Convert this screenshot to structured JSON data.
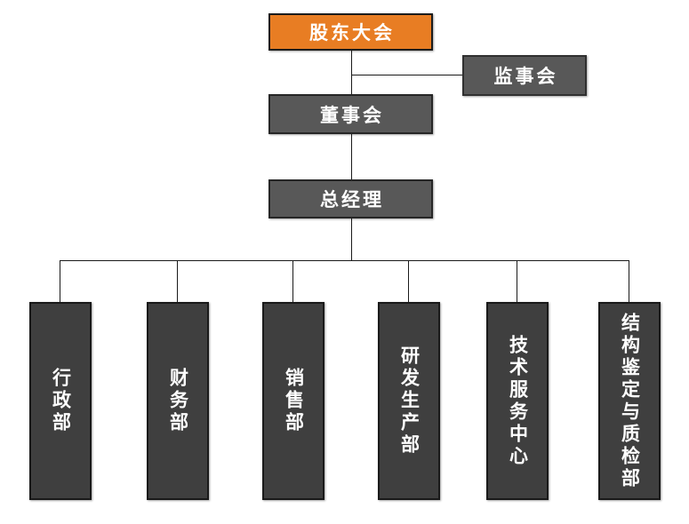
{
  "chart_type": "org-chart",
  "colors": {
    "root_fill": "#E87D23",
    "executive_fill": "#585858",
    "department_fill": "#3F3F3F",
    "border": "#1A1A1A",
    "connector_line": "#1A1A1A",
    "text": "#FFFFFF",
    "background": "#FFFFFF"
  },
  "nodes": {
    "shareholders": {
      "label": "股东大会"
    },
    "supervisory": {
      "label": "监事会"
    },
    "board": {
      "label": "董事会"
    },
    "general_manager": {
      "label": "总经理"
    }
  },
  "departments": [
    {
      "label": "行政部"
    },
    {
      "label": "财务部"
    },
    {
      "label": "销售部"
    },
    {
      "label": "研发生产部"
    },
    {
      "label": "技术服务中心"
    },
    {
      "label": "结构鉴定与质检部"
    }
  ],
  "hierarchy": {
    "root": "股东大会",
    "edges": [
      [
        "股东大会",
        "监事会"
      ],
      [
        "股东大会",
        "董事会"
      ],
      [
        "董事会",
        "总经理"
      ],
      [
        "总经理",
        "行政部"
      ],
      [
        "总经理",
        "财务部"
      ],
      [
        "总经理",
        "销售部"
      ],
      [
        "总经理",
        "研发生产部"
      ],
      [
        "总经理",
        "技术服务中心"
      ],
      [
        "总经理",
        "结构鉴定与质检部"
      ]
    ]
  }
}
